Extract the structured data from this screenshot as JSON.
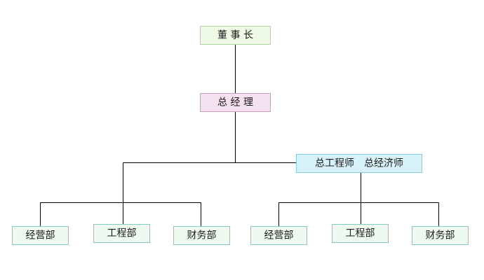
{
  "org_chart": {
    "chairman": {
      "label": "董 事 长",
      "fill": "#eef9e6",
      "border": "#a9d8a0"
    },
    "general_manager": {
      "label": "总 经 理",
      "fill": "#f4e2f1",
      "border": "#c9a0c2"
    },
    "chief_officers": {
      "label": "总工程师　总经济师",
      "fill": "#d8f2fa",
      "border": "#7fcbe6"
    },
    "departments": [
      {
        "label": "经营部"
      },
      {
        "label": "工程部"
      },
      {
        "label": "财务部"
      },
      {
        "label": "经营部"
      },
      {
        "label": "工程部"
      },
      {
        "label": "财务部"
      }
    ],
    "department_style": {
      "fill": "#eefaf0",
      "border": "#7fcfc0"
    }
  }
}
